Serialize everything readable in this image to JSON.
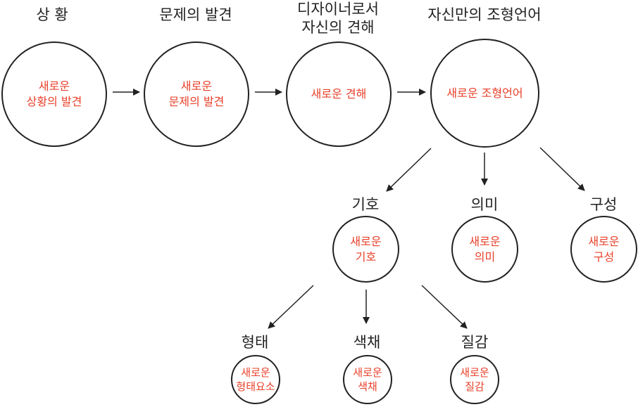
{
  "colors": {
    "outline": "#222222",
    "heading_text": "#222222",
    "circle_text": "#e8402a"
  },
  "nodes": {
    "situation": {
      "title": [
        "상 황"
      ],
      "text": [
        "새로운",
        "상황의 발견"
      ]
    },
    "problem": {
      "title": [
        "문제의 발견"
      ],
      "text": [
        "새로운",
        "문제의 발견"
      ]
    },
    "view": {
      "title": [
        "디자이너로서",
        "자신의 견해"
      ],
      "text": [
        "새로운 견해"
      ]
    },
    "language": {
      "title": [
        "자신만의 조형언어"
      ],
      "text": [
        "새로운 조형언어"
      ]
    },
    "symbol": {
      "title": [
        "기호"
      ],
      "text": [
        "새로운",
        "기호"
      ]
    },
    "meaning": {
      "title": [
        "의미"
      ],
      "text": [
        "새로운",
        "의미"
      ]
    },
    "composition": {
      "title": [
        "구성"
      ],
      "text": [
        "새로운",
        "구성"
      ]
    },
    "form": {
      "title": [
        "형태"
      ],
      "text": [
        "새로운",
        "형태요소"
      ]
    },
    "color": {
      "title": [
        "색채"
      ],
      "text": [
        "새로운",
        "색채"
      ]
    },
    "texture": {
      "title": [
        "질감"
      ],
      "text": [
        "새로운",
        "질감"
      ]
    }
  }
}
